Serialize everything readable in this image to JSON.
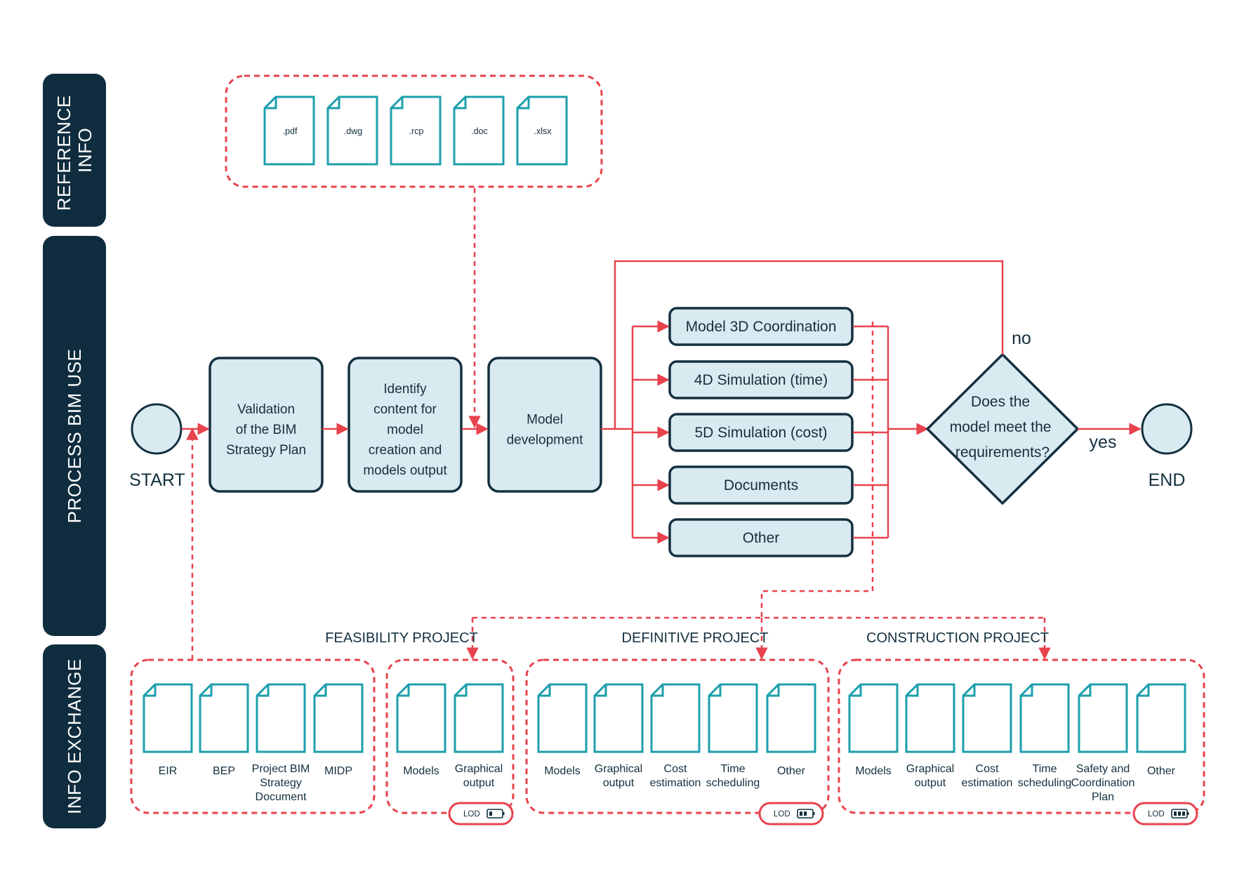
{
  "colors": {
    "lane": "#0f2d3e",
    "box_fill": "#d9eaf1",
    "box_stroke": "#14303f",
    "accent_red": "#e8424d",
    "doc_teal": "#1d9fac"
  },
  "lanes": {
    "reference": [
      "REFERENCE",
      "INFO"
    ],
    "process": [
      "PROCESS BIM USE"
    ],
    "exchange": [
      "INFO EXCHANGE"
    ]
  },
  "reference_files": [
    ".pdf",
    ".dwg",
    ".rcp",
    ".doc",
    ".xlsx"
  ],
  "start_label": "START",
  "end_label": "END",
  "process_steps": [
    {
      "lines": [
        "Validation",
        "of the BIM",
        "Strategy Plan"
      ]
    },
    {
      "lines": [
        "Identify",
        "content for",
        "model",
        "creation and",
        "models output"
      ]
    },
    {
      "lines": [
        "Model",
        "development"
      ]
    }
  ],
  "outputs": [
    "Model 3D Coordination",
    "4D Simulation (time)",
    "5D Simulation (cost)",
    "Documents",
    "Other"
  ],
  "decision": {
    "lines": [
      "Does the",
      "model meet the",
      "requirements?"
    ],
    "no_label": "no",
    "yes_label": "yes"
  },
  "stages": {
    "feasibility": "FEASIBILITY PROJECT",
    "definitive": "DEFINITIVE PROJECT",
    "construction": "CONSTRUCTION PROJECT"
  },
  "lod_label": "LOD",
  "exchange_docs": {
    "initial": [
      [
        "EIR"
      ],
      [
        "BEP"
      ],
      [
        "Project BIM",
        "Strategy",
        "Document"
      ],
      [
        "MIDP"
      ]
    ],
    "feasibility": [
      [
        "Models"
      ],
      [
        "Graphical",
        "output"
      ]
    ],
    "definitive": [
      [
        "Models"
      ],
      [
        "Graphical",
        "output"
      ],
      [
        "Cost",
        "estimation"
      ],
      [
        "Time",
        "scheduling"
      ],
      [
        "Other"
      ]
    ],
    "construction": [
      [
        "Models"
      ],
      [
        "Graphical",
        "output"
      ],
      [
        "Cost",
        "estimation"
      ],
      [
        "Time",
        "scheduling"
      ],
      [
        "Safety and",
        "Coordination",
        "Plan"
      ],
      [
        "Other"
      ]
    ]
  }
}
